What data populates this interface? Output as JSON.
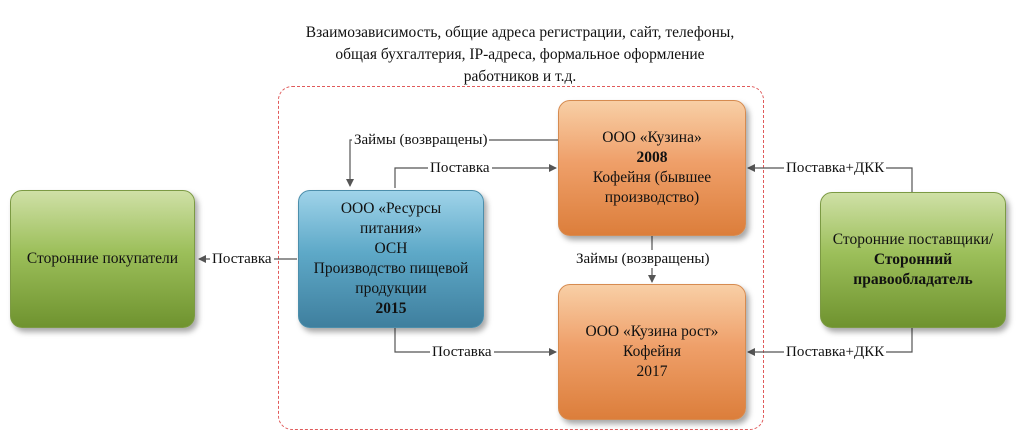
{
  "note": {
    "line1": "Взаимозависимость, общие адреса регистрации, сайт, телефоны,",
    "line2": "общая бухгалтерия, IP-адреса, формальное оформление",
    "line3": "работников и т.д."
  },
  "nodes": {
    "buyers": {
      "line1": "Сторонние покупатели"
    },
    "resources": {
      "line1": "ООО «Ресурсы",
      "line2": "питания»",
      "line3": "ОСН",
      "line4": "Производство пищевой",
      "line5": "продукции",
      "line6": "2015"
    },
    "kuzina": {
      "line1": "ООО «Кузина»",
      "line2": "2008",
      "line3": "Кофейня (бывшее",
      "line4": "производство)"
    },
    "kuzina_rost": {
      "line1": "ООО «Кузина рост»",
      "line2": "Кофейня",
      "line3": "2017"
    },
    "suppliers": {
      "line1": "Сторонние поставщики/",
      "line2": "Сторонний",
      "line3": "правообладатель"
    }
  },
  "edges": {
    "loans_top": "Займы (возвращены)",
    "supply_resources_kuzina": "Поставка",
    "supply_to_buyers": "Поставка",
    "loans_middle": "Займы (возвращены)",
    "supply_resources_rost": "Поставка",
    "supply_dkk_kuzina": "Поставка+ДКК",
    "supply_dkk_rost": "Поставка+ДКК"
  },
  "colors": {
    "frame": "#e05a5a",
    "green": "#9cbf5a",
    "blue": "#5ea9c8",
    "orange": "#efa06a",
    "line": "#555555"
  }
}
